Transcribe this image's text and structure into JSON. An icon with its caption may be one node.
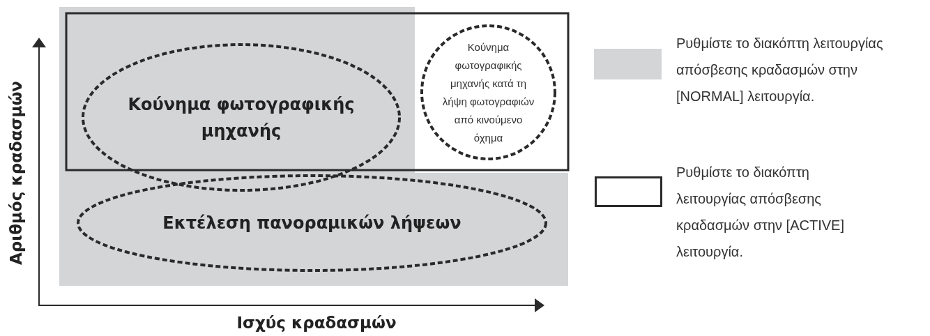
{
  "diagram": {
    "nodes": [
      {
        "text": [
          "Κούνημα φωτογραφικής μηχανής"
        ]
      },
      {
        "text": [
          "Κούνημα φωτογραφικής μηχανής κατά τη λήψη φωτογραφιών από κινούμενο όχημα"
        ]
      },
      {
        "text": [
          "Εκτέλεση πανοραμικών λήψεων"
        ]
      }
    ],
    "labels": [
      "Αριθμός κραδασμών",
      "Ισχύς κραδασμών"
    ],
    "legend": [
      {
        "text": "Ρυθμίστε το διακόπτη λειτουργίας απόσβεσης κραδασμών στην [NORMAL] λειτουργία.",
        "color": "#d4d5d7"
      },
      {
        "text": "Ρυθμίστε το διακόπτη λειτουργίας απόσβεσης κραδασμών στην [ACTIVE] λειτουργία."
      }
    ]
  }
}
